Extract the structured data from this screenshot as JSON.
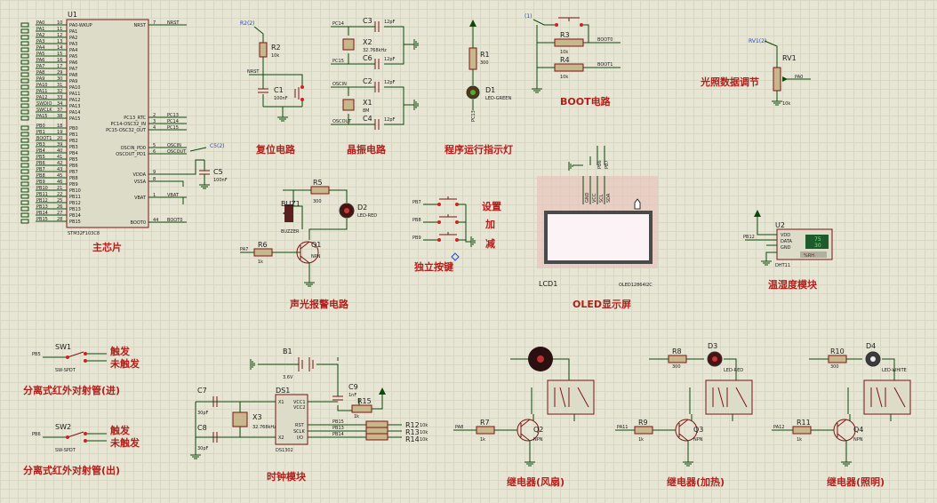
{
  "colors": {
    "background": "#e7e6d4",
    "wire": "#0b4a0b",
    "component": "#7a1414",
    "section_title": "#b0201c",
    "probe": "#2747d0"
  },
  "mcu": {
    "ref": "U1",
    "part": "STM32F103C8",
    "title": "主芯片",
    "left_pins": [
      {
        "name": "PA0-WKUP",
        "num": "10",
        "net": "PA0"
      },
      {
        "name": "PA1",
        "num": "11",
        "net": "PA1"
      },
      {
        "name": "PA2",
        "num": "12",
        "net": "PA2"
      },
      {
        "name": "PA3",
        "num": "13",
        "net": "PA3"
      },
      {
        "name": "PA4",
        "num": "14",
        "net": "PA4"
      },
      {
        "name": "PA5",
        "num": "15",
        "net": "PA5"
      },
      {
        "name": "PA6",
        "num": "16",
        "net": "PA6"
      },
      {
        "name": "PA7",
        "num": "17",
        "net": "PA7"
      },
      {
        "name": "PA8",
        "num": "29",
        "net": "PA8"
      },
      {
        "name": "PA9",
        "num": "30",
        "net": "PA9"
      },
      {
        "name": "PA10",
        "num": "31",
        "net": "PA10"
      },
      {
        "name": "PA11",
        "num": "32",
        "net": "PA11"
      },
      {
        "name": "PA12",
        "num": "33",
        "net": "PA12"
      },
      {
        "name": "PA13",
        "num": "34",
        "net": "SWDIO"
      },
      {
        "name": "PA14",
        "num": "37",
        "net": "SWCLK"
      },
      {
        "name": "PA15",
        "num": "38",
        "net": "PA15"
      },
      {
        "name": "PB0",
        "num": "18",
        "net": "PB0"
      },
      {
        "name": "PB1",
        "num": "19",
        "net": "PB1"
      },
      {
        "name": "PB2",
        "num": "20",
        "net": "BOOT1"
      },
      {
        "name": "PB3",
        "num": "39",
        "net": "PB3"
      },
      {
        "name": "PB4",
        "num": "40",
        "net": "PB4"
      },
      {
        "name": "PB5",
        "num": "41",
        "net": "PB5"
      },
      {
        "name": "PB6",
        "num": "42",
        "net": "PB6"
      },
      {
        "name": "PB7",
        "num": "43",
        "net": "PB7"
      },
      {
        "name": "PB8",
        "num": "45",
        "net": "PB8"
      },
      {
        "name": "PB9",
        "num": "46",
        "net": "PB9"
      },
      {
        "name": "PB10",
        "num": "21",
        "net": "PB10"
      },
      {
        "name": "PB11",
        "num": "22",
        "net": "PB11"
      },
      {
        "name": "PB12",
        "num": "25",
        "net": "PB12"
      },
      {
        "name": "PB13",
        "num": "26",
        "net": "PB13"
      },
      {
        "name": "PB14",
        "num": "27",
        "net": "PB14"
      },
      {
        "name": "PB15",
        "num": "28",
        "net": "PB15"
      }
    ],
    "right_pins": [
      {
        "name": "NRST",
        "num": "7",
        "net": "NRST"
      },
      {
        "name": "PC13_RTC",
        "num": "2",
        "net": "PC13"
      },
      {
        "name": "PC14-OSC32_IN",
        "num": "3",
        "net": "PC14"
      },
      {
        "name": "PC15-OSC32_OUT",
        "num": "4",
        "net": "PC15"
      },
      {
        "name": "OSCIN_PD0",
        "num": "5",
        "net": "OSCIN"
      },
      {
        "name": "OSCOUT_PD1",
        "num": "6",
        "net": "OSCOUT"
      },
      {
        "name": "VDDA",
        "num": "9",
        "net": ""
      },
      {
        "name": "VSSA",
        "num": "8",
        "net": ""
      },
      {
        "name": "VBAT",
        "num": "1",
        "net": "VBAT"
      },
      {
        "name": "BOOT0",
        "num": "44",
        "net": "BOOT0"
      }
    ],
    "probe": "C5(2)",
    "cap": {
      "ref": "C5",
      "value": "100nF"
    }
  },
  "reset": {
    "title": "复位电路",
    "probe": "R2(2)",
    "r_ref": "R2",
    "r_val": "10k",
    "c_ref": "C1",
    "c_val": "100nF",
    "net": "NRST"
  },
  "crystal": {
    "title": "晶振电路",
    "c3": "C3",
    "c3v": "12pF",
    "c6": "C6",
    "c6v": "12pF",
    "x2": "X2",
    "x2v": "32.768kHz",
    "c2": "C2",
    "c2v": "12pF",
    "c4": "C4",
    "c4v": "12pF",
    "x1": "X1",
    "x1v": "8M",
    "n_pc14": "PC14",
    "n_pc15": "PC15",
    "n_oscin": "OSCIN",
    "n_oscout": "OSCOUT"
  },
  "indicator": {
    "title": "程序运行指示灯",
    "r_ref": "R1",
    "r_val": "300",
    "d_ref": "D1",
    "d_val": "LED-GREEN",
    "net": "PC13"
  },
  "boot": {
    "title": "BOOT电路",
    "probe": "(1)",
    "r3": "R3",
    "r3v": "10k",
    "r4": "R4",
    "r4v": "10k",
    "n0": "BOOT0",
    "n1": "BOOT1"
  },
  "light": {
    "title": "光照数据调节",
    "probe": "RV1(2)",
    "ref": "RV1",
    "val": "10k",
    "net": "PA0"
  },
  "alarm": {
    "title": "声光报警电路",
    "buz_ref": "BUZ1",
    "buz_val": "BUZZER",
    "r5": "R5",
    "r5v": "300",
    "d2": "D2",
    "d2v": "LED-RED",
    "q1": "Q1",
    "q1v": "NPN",
    "r6": "R6",
    "r6v": "1k",
    "net": "PA7"
  },
  "keys": {
    "title": "独立按键",
    "nets": [
      "PB7",
      "PB8",
      "PB9"
    ],
    "labels": [
      "设置",
      "加",
      "减"
    ]
  },
  "oled": {
    "ref": "LCD1",
    "part": "OLED12864I2C",
    "title": "OLED显示屏",
    "pins": [
      "GND",
      "VCC",
      "SCL",
      "SDA"
    ],
    "nets": [
      "PB6",
      "PB7"
    ]
  },
  "dht": {
    "ref": "U2",
    "part": "DHT11",
    "title": "温湿度模块",
    "pins": [
      "VDD",
      "DATA",
      "GND"
    ],
    "net": "PB12",
    "readout_top": "75",
    "readout_bottom": "30",
    "badge": "%RH"
  },
  "ir_in": {
    "ref": "SW1",
    "part": "SW-SPDT",
    "net": "PB5",
    "on": "触发",
    "off": "未触发",
    "title": "分离式红外对射管(进)"
  },
  "ir_out": {
    "ref": "SW2",
    "part": "SW-SPDT",
    "net": "PB6",
    "on": "触发",
    "off": "未触发",
    "title": "分离式红外对射管(出)"
  },
  "clock": {
    "title": "时钟模块",
    "b1": "B1",
    "b1v": "3.6V",
    "ds": "DS1",
    "dsv": "DS1302",
    "c7": "C7",
    "c7v": "30pF",
    "c8": "C8",
    "c8v": "30pF",
    "x3": "X3",
    "x3v": "32.768kHz",
    "c9": "C9",
    "c9v": "1nF",
    "r15": "R15",
    "r15v": "1k",
    "r12": "R12",
    "r13": "R13",
    "r14": "R14",
    "rv": "10k",
    "pins_left": [
      "X1",
      "X2"
    ],
    "pins_right": [
      "VCC1",
      "VCC2",
      "RST",
      "SCLK",
      "I/O"
    ],
    "nets": [
      "PB15",
      "PB13",
      "PB14"
    ]
  },
  "relay_fan": {
    "title": "继电器(风扇)",
    "r": "R7",
    "rv": "1k",
    "q": "Q2",
    "qv": "NPN",
    "net": "PA8"
  },
  "relay_heat": {
    "title": "继电器(加热)",
    "r": "R9",
    "rv": "1k",
    "q": "Q3",
    "qv": "NPN",
    "net": "PA11",
    "r2": "R8",
    "r2v": "300",
    "d": "D3",
    "dv": "LED-RED"
  },
  "relay_light": {
    "title": "继电器(照明)",
    "r": "R11",
    "rv": "1k",
    "q": "Q4",
    "qv": "NPN",
    "net": "PA12",
    "r2": "R10",
    "r2v": "300",
    "d": "D4",
    "dv": "LED-WHITE"
  }
}
